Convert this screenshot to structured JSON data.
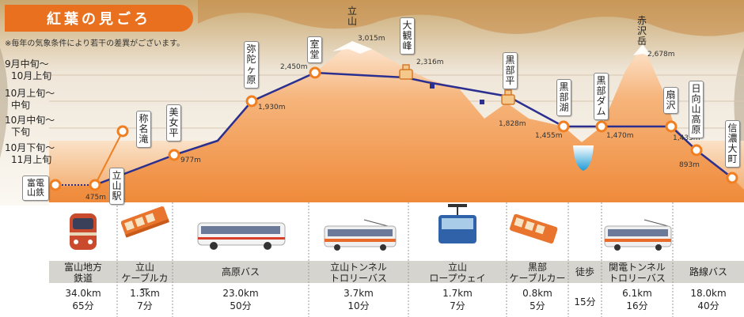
{
  "header": {
    "title": "紅葉の見ごろ",
    "note": "※毎年の気象条件により若干の差異がございます。"
  },
  "seasons": [
    {
      "line1": "9月中旬〜",
      "line2": "10月上旬"
    },
    {
      "line1": "10月上旬〜",
      "line2": "中旬"
    },
    {
      "line1": "10月中旬〜",
      "line2": "下旬"
    },
    {
      "line1": "10月下旬〜",
      "line2": "11月上旬"
    }
  ],
  "stations": [
    {
      "name": "富山\n電鉄",
      "elev": ""
    },
    {
      "name": "立山駅",
      "elev": "475m"
    },
    {
      "name": "美女平",
      "elev": "977m"
    },
    {
      "name": "称名滝",
      "elev": ""
    },
    {
      "name": "弥陀ヶ原",
      "elev": "1,930m"
    },
    {
      "name": "室堂",
      "elev": "2,450m"
    },
    {
      "name": "大観峰",
      "elev": "2,316m"
    },
    {
      "name": "黒部平",
      "elev": "1,828m"
    },
    {
      "name": "黒部湖",
      "elev": "1,455m"
    },
    {
      "name": "黒部ダム",
      "elev": "1,470m"
    },
    {
      "name": "扇沢",
      "elev": "1,433m"
    },
    {
      "name": "日向山高原",
      "elev": "893m"
    },
    {
      "name": "信濃大町",
      "elev": ""
    }
  ],
  "peaks": [
    {
      "name": "立山",
      "elev": "3,015m"
    },
    {
      "name": "赤沢岳",
      "elev": "2,678m"
    }
  ],
  "transport": [
    {
      "name": "富山地方\n鉄道",
      "distance": "34.0km",
      "time": "65分",
      "icon": "train-icon"
    },
    {
      "name": "立山\nケーブルカー",
      "distance": "1.3km",
      "time": "7分",
      "icon": "cable-car-icon"
    },
    {
      "name": "高原バス",
      "distance": "23.0km",
      "time": "50分",
      "icon": "bus-icon"
    },
    {
      "name": "立山トンネル\nトロリーバス",
      "distance": "3.7km",
      "time": "10分",
      "icon": "trolley-bus-icon"
    },
    {
      "name": "立山\nロープウェイ",
      "distance": "1.7km",
      "time": "7分",
      "icon": "ropeway-icon"
    },
    {
      "name": "黒部\nケーブルカー",
      "distance": "0.8km",
      "time": "5分",
      "icon": "cable-car-icon"
    },
    {
      "name": "徒歩",
      "distance": "",
      "time": "15分",
      "icon": ""
    },
    {
      "name": "関電トンネル\nトロリーバス",
      "distance": "6.1km",
      "time": "16分",
      "icon": "trolley-bus-icon"
    },
    {
      "name": "路線バス",
      "distance": "18.0km",
      "time": "40分",
      "icon": ""
    }
  ],
  "colors": {
    "accent": "#e8701f",
    "route": "#2b2f8f",
    "node": "#f07f22",
    "mountain": "#f3a867",
    "band": "#f3c08c",
    "lake": "#2aa6d8"
  }
}
